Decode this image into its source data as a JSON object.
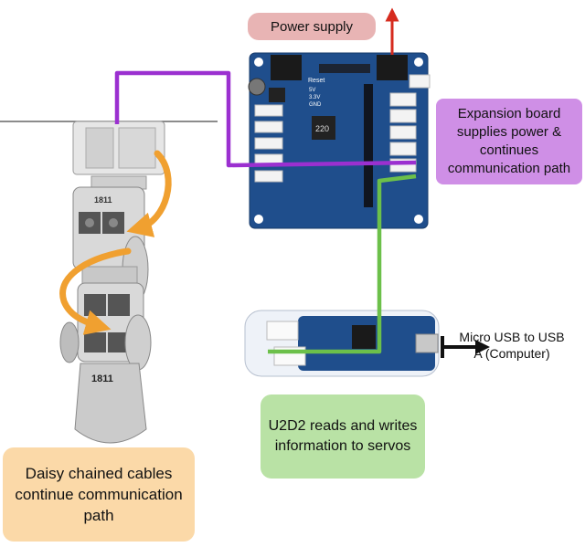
{
  "labels": {
    "power_supply": "Power supply",
    "expansion_board": "Expansion board supplies power & continues communication path",
    "u2d2": "U2D2 reads and writes information to servos",
    "daisy_chain": "Daisy chained cables continue communication path",
    "usb": "Micro USB to USB A (Computer)"
  },
  "board_text": {
    "reset": "Reset",
    "v5": "5V",
    "v33": "3.3V",
    "gnd": "GND",
    "inductor": "220",
    "servo_mark_top": "1811",
    "servo_mark_bottom": "1811"
  },
  "colors": {
    "purple_path": "#9b30d0",
    "green_path": "#6cc04a",
    "orange_arrow": "#f0a030",
    "red_arrow": "#d62b1e",
    "board_blue": "#1f4e8c",
    "power_label_bg": "#e8b4b4",
    "expansion_label_bg": "#cf8fe6",
    "u2d2_label_bg": "#b9e2a5",
    "daisy_label_bg": "#fbd9a8"
  }
}
